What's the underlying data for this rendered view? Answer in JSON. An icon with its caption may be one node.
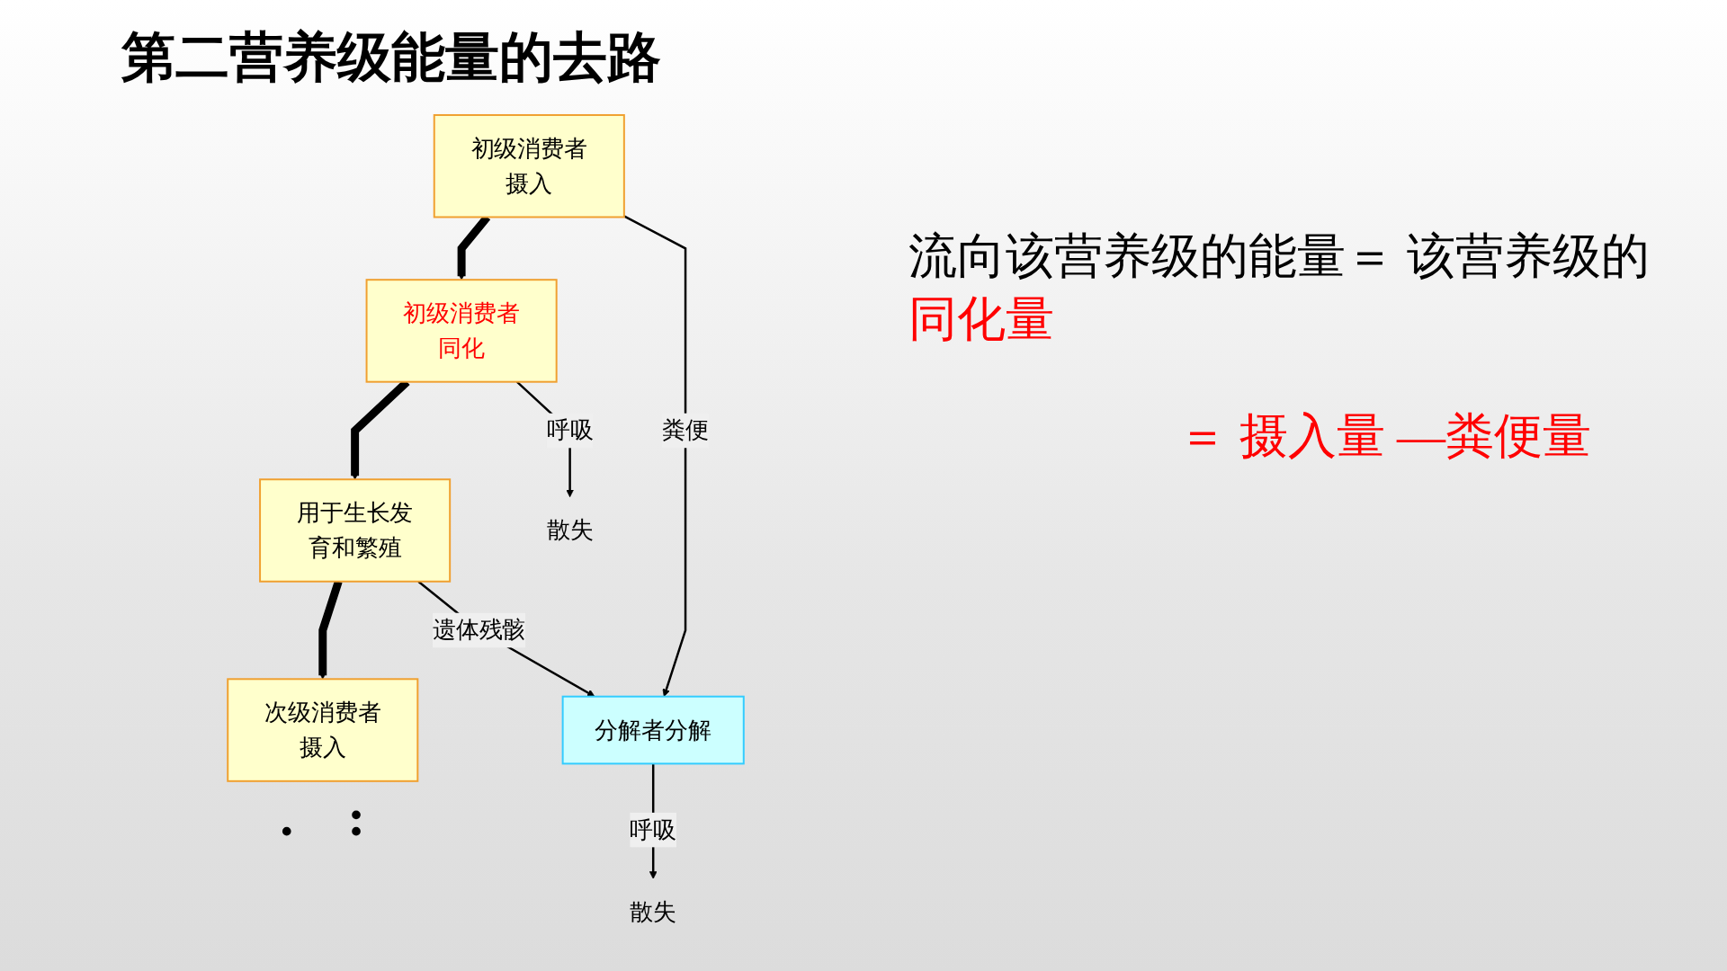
{
  "diagram": {
    "title": "第二营养级能量的去路",
    "nodes": [
      {
        "text": [
          "初级消费者摄入"
        ]
      },
      {
        "text": [
          "初级消费者同化"
        ]
      },
      {
        "text": [
          "用于生长发育和繁殖"
        ]
      },
      {
        "text": [
          "次级消费者摄入"
        ]
      },
      {
        "text": [
          "分解者分解"
        ]
      },
      {
        "text": [
          "散失"
        ]
      },
      {
        "text": [
          "散失"
        ]
      }
    ],
    "edges": [
      {
        "from": 0,
        "to": 1,
        "arrow": "to",
        "style": "thick"
      },
      {
        "from": 1,
        "to": 2,
        "arrow": "to",
        "style": "thick"
      },
      {
        "from": 2,
        "to": 3,
        "arrow": "to",
        "style": "thick"
      },
      {
        "from": 0,
        "to": 4,
        "arrow": "to",
        "label": "粪便"
      },
      {
        "from": 1,
        "to": 5,
        "arrow": "to",
        "label": "呼吸"
      },
      {
        "from": 2,
        "to": 4,
        "arrow": "to",
        "label": "遗体残骸"
      },
      {
        "from": 4,
        "to": 6,
        "arrow": "to",
        "label": "呼吸"
      }
    ],
    "labels": [
      "流向该营养级的能量＝ 该营养级的",
      "同化量",
      "＝ 摄入量 —粪便量",
      ".",
      ":"
    ]
  }
}
